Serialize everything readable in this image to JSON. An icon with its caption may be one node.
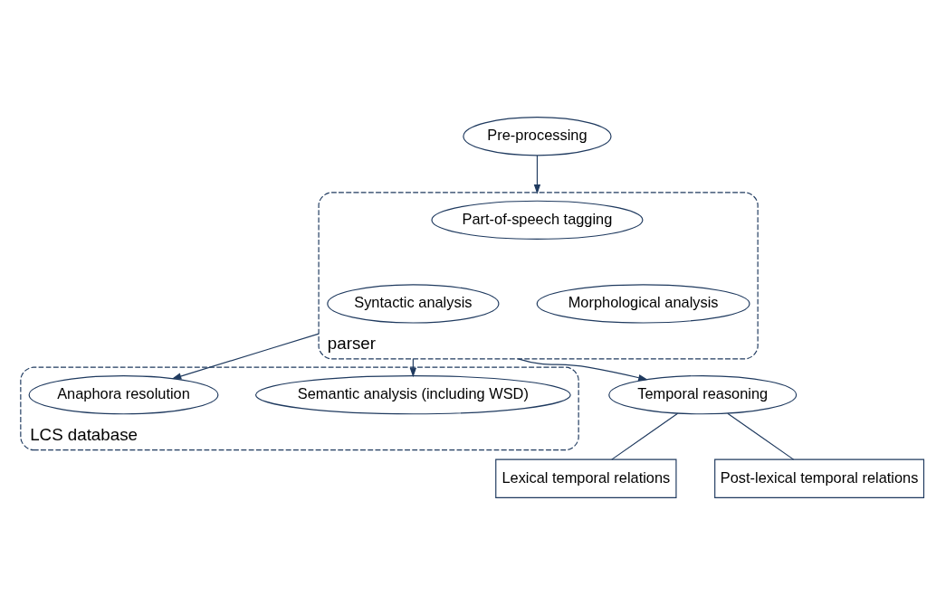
{
  "diagram": {
    "nodes": [
      {
        "text": [
          "Pre-processing"
        ]
      },
      {
        "text": [
          "parser"
        ]
      },
      {
        "text": [
          "Part-of-speech tagging"
        ],
        "in": 1
      },
      {
        "text": [
          "Syntactic analysis"
        ],
        "in": 1
      },
      {
        "text": [
          "Morphological analysis"
        ],
        "in": 1
      },
      {
        "text": [
          "LCS database"
        ]
      },
      {
        "text": [
          "Semantic analysis (including WSD)"
        ],
        "in": 5
      },
      {
        "text": [
          "Anaphora resolution"
        ],
        "in": 5
      },
      {
        "text": [
          "Temporal reasoning"
        ]
      },
      {
        "text": [
          "Lexical temporal relations"
        ]
      },
      {
        "text": [
          "Post-lexical temporal relations"
        ]
      }
    ],
    "edges": [
      {
        "from": 0,
        "to": 1,
        "arrow": "to"
      },
      {
        "from": 1,
        "to": 6,
        "arrow": "to"
      },
      {
        "from": 1,
        "to": 7,
        "arrow": "to"
      },
      {
        "from": 1,
        "to": 8,
        "arrow": "to"
      },
      {
        "from": 8,
        "to": 9,
        "arrow": "none"
      },
      {
        "from": 8,
        "to": 10,
        "arrow": "none"
      }
    ]
  }
}
